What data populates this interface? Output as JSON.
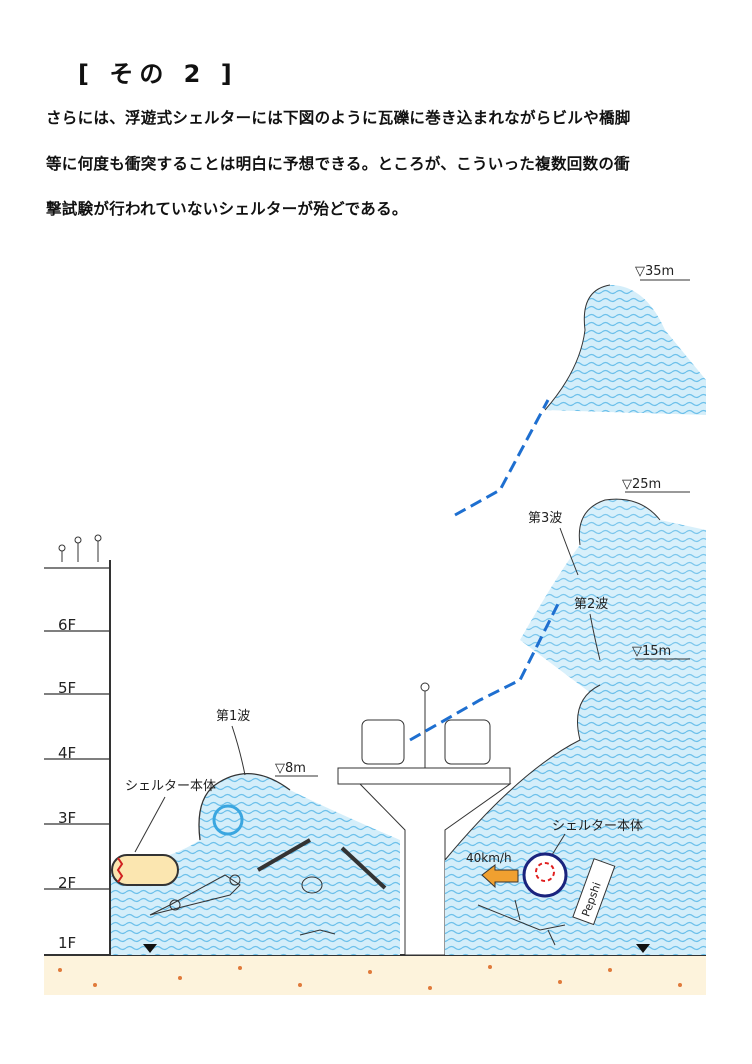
{
  "title": "[ その 2 ]",
  "paragraph_lines": [
    "さらには、浮遊式シェルターには下図のように瓦礫に巻き込まれながらビルや橋脚",
    "等に何度も衝突することは明白に予想できる。ところが、こういった複数回数の衝",
    "撃試験が行われていないシェルターが殆どである。"
  ],
  "figure": {
    "floors": [
      "1F",
      "2F",
      "3F",
      "4F",
      "5F",
      "6F"
    ],
    "wave1_label": "第1波",
    "wave2_label": "第2波",
    "wave3_label": "第3波",
    "level_8m": "▽8m",
    "level_15m": "▽15m",
    "level_25m": "▽25m",
    "level_35m": "▽35m",
    "shelter_label_left": "シェルター本体",
    "shelter_label_right": "シェルター本体",
    "speed": "40km/h",
    "can_label": "Pepshi",
    "colors": {
      "water": "#5bb8e8",
      "water_light": "#bfe3f6",
      "ground": "#fdf3dc",
      "arrow": "#f0a030",
      "shelter_ring": "#1a237e"
    }
  }
}
